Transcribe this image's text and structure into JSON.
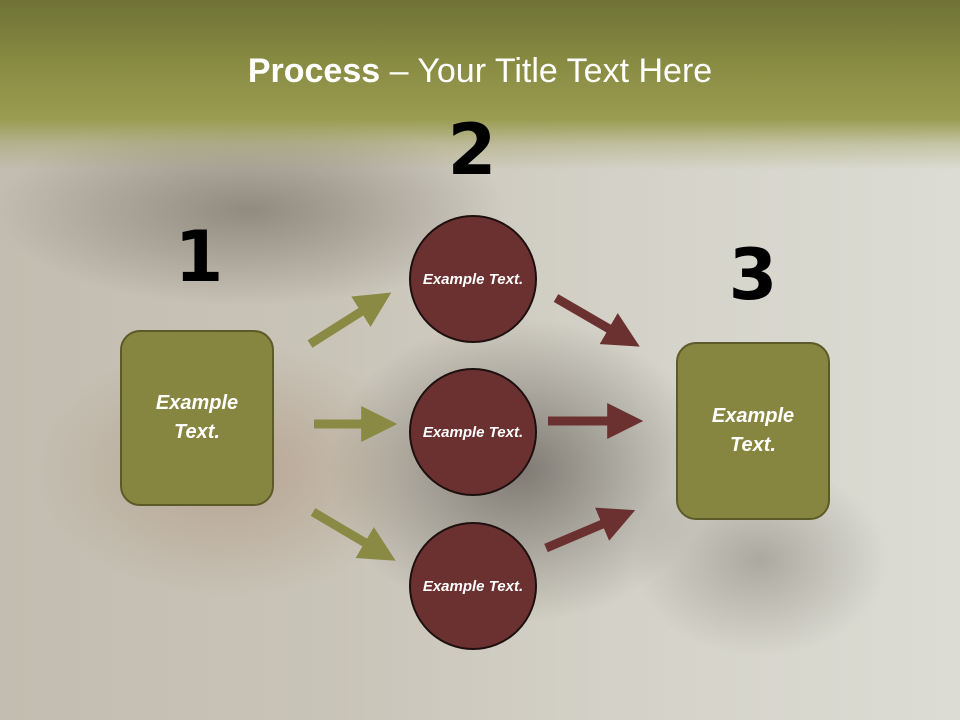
{
  "title": {
    "bold": "Process",
    "rest": " – Your Title Text Here"
  },
  "steps": {
    "one": "1",
    "two": "2",
    "three": "3"
  },
  "left_box": {
    "text": "Example Text."
  },
  "right_box": {
    "text": "Example Text."
  },
  "circles": [
    {
      "text": "Example Text."
    },
    {
      "text": "Example Text."
    },
    {
      "text": "Example Text."
    }
  ],
  "colors": {
    "olive": "#878640",
    "maroon": "#6b3131",
    "arrow_olive": "#8a8a45",
    "arrow_maroon": "#6b3131"
  }
}
